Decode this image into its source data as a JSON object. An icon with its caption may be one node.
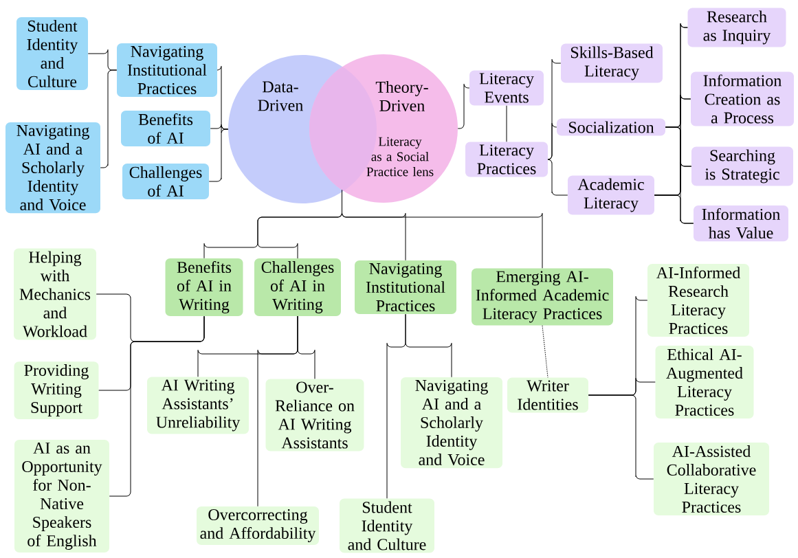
{
  "diagram": {
    "nodes": [
      {
        "text": [
          "Data-Driven"
        ]
      },
      {
        "text": [
          "Theory-Driven",
          "Literacy as a Social Practice lens"
        ]
      },
      {
        "text": [
          "Student Identity and Culture"
        ]
      },
      {
        "text": [
          "Navigating AI and a Scholarly Identity and Voice"
        ]
      },
      {
        "text": [
          "Navigating Institutional Practices"
        ]
      },
      {
        "text": [
          "Benefits of AI"
        ]
      },
      {
        "text": [
          "Challenges of AI"
        ]
      },
      {
        "text": [
          "Literacy Events"
        ]
      },
      {
        "text": [
          "Literacy Practices"
        ]
      },
      {
        "text": [
          "Skills-Based Literacy"
        ]
      },
      {
        "text": [
          "Socialization"
        ]
      },
      {
        "text": [
          "Academic Literacy"
        ]
      },
      {
        "text": [
          "Research as Inquiry"
        ]
      },
      {
        "text": [
          "Information Creation as a Process"
        ]
      },
      {
        "text": [
          "Searching is Strategic"
        ]
      },
      {
        "text": [
          "Information has Value"
        ]
      },
      {
        "text": [
          "Benefits of AI in Writing"
        ]
      },
      {
        "text": [
          "Challenges of AI in Writing"
        ]
      },
      {
        "text": [
          "Navigating Institutional Practices"
        ]
      },
      {
        "text": [
          "Emerging AI-Informed Academic Literacy Practices"
        ]
      },
      {
        "text": [
          "Helping with Mechanics and Workload"
        ]
      },
      {
        "text": [
          "Providing Writing Support"
        ]
      },
      {
        "text": [
          "AI as an Opportunity for Non-Native Speakers of English"
        ]
      },
      {
        "text": [
          "AI Writing Assistants’ Unreliability"
        ]
      },
      {
        "text": [
          "Over-Reliance on AI Writing Assistants"
        ]
      },
      {
        "text": [
          "Overcorrecting and Affordability"
        ]
      },
      {
        "text": [
          "Navigating AI and a Scholarly Identity and Voice"
        ]
      },
      {
        "text": [
          "Student Identity and Culture"
        ]
      },
      {
        "text": [
          "Writer Identities"
        ]
      },
      {
        "text": [
          "AI-Informed Research Literacy Practices"
        ]
      },
      {
        "text": [
          "Ethical AI-Augmented Literacy Practices"
        ]
      },
      {
        "text": [
          "AI-Assisted Collaborative Literacy Practices"
        ]
      }
    ],
    "edges": [
      {
        "from": 0,
        "to": 4,
        "arrow": "none"
      },
      {
        "from": 0,
        "to": 5,
        "arrow": "none"
      },
      {
        "from": 0,
        "to": 6,
        "arrow": "none"
      },
      {
        "from": 4,
        "to": 2,
        "arrow": "none"
      },
      {
        "from": 4,
        "to": 3,
        "arrow": "none"
      },
      {
        "from": 1,
        "to": 7,
        "arrow": "none"
      },
      {
        "from": 7,
        "to": 8,
        "arrow": "none"
      },
      {
        "from": 8,
        "to": 9,
        "arrow": "none"
      },
      {
        "from": 8,
        "to": 10,
        "arrow": "none"
      },
      {
        "from": 8,
        "to": 11,
        "arrow": "none"
      },
      {
        "from": 10,
        "to": 12,
        "arrow": "none"
      },
      {
        "from": 10,
        "to": 13,
        "arrow": "none"
      },
      {
        "from": 10,
        "to": 14,
        "arrow": "none"
      },
      {
        "from": 10,
        "to": 15,
        "arrow": "none"
      },
      {
        "from": 11,
        "to": 12,
        "arrow": "none"
      },
      {
        "from": 11,
        "to": 13,
        "arrow": "none"
      },
      {
        "from": 11,
        "to": 14,
        "arrow": "none"
      },
      {
        "from": 11,
        "to": 15,
        "arrow": "none"
      },
      {
        "from": 1,
        "to": 16,
        "arrow": "none"
      },
      {
        "from": 1,
        "to": 17,
        "arrow": "none"
      },
      {
        "from": 1,
        "to": 18,
        "arrow": "none"
      },
      {
        "from": 1,
        "to": 19,
        "arrow": "none"
      },
      {
        "from": 16,
        "to": 20,
        "arrow": "none"
      },
      {
        "from": 16,
        "to": 21,
        "arrow": "none"
      },
      {
        "from": 16,
        "to": 22,
        "arrow": "none"
      },
      {
        "from": 17,
        "to": 23,
        "arrow": "none"
      },
      {
        "from": 17,
        "to": 24,
        "arrow": "none"
      },
      {
        "from": 17,
        "to": 25,
        "arrow": "none"
      },
      {
        "from": 18,
        "to": 26,
        "arrow": "none"
      },
      {
        "from": 18,
        "to": 27,
        "arrow": "none"
      },
      {
        "from": 19,
        "to": 28,
        "arrow": "none",
        "style": "dashed"
      },
      {
        "from": 28,
        "to": 29,
        "arrow": "none"
      },
      {
        "from": 28,
        "to": 30,
        "arrow": "none"
      },
      {
        "from": 28,
        "to": 31,
        "arrow": "none"
      }
    ]
  }
}
